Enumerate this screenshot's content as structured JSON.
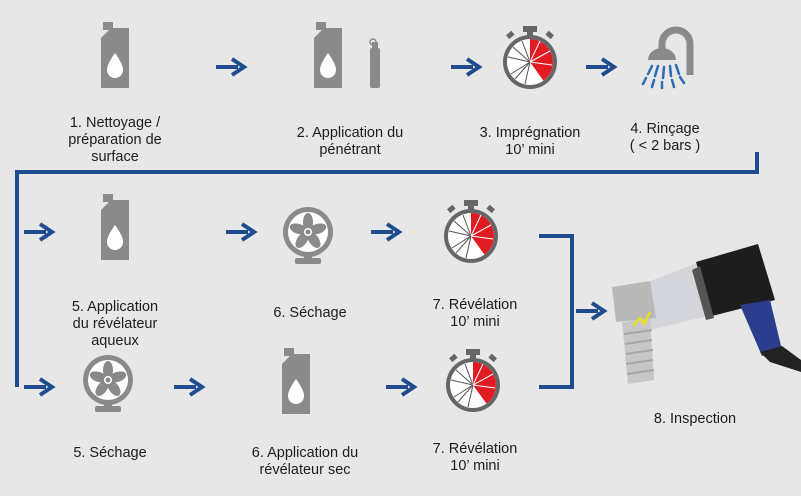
{
  "colors": {
    "background": "#e7e7e7",
    "arrow": "#1f4c8f",
    "icon_gray": "#8a8a8a",
    "timer_red": "#e21b23",
    "spray_blue": "#2d6db5"
  },
  "steps": {
    "s1": {
      "lines": [
        "1. Nettoyage /",
        "préparation de",
        "surface"
      ],
      "icon": "jerrycan-icon"
    },
    "s2": {
      "lines": [
        "2. Application du",
        "pénétrant"
      ],
      "icon": "jerrycan-spray-can-icon"
    },
    "s3": {
      "lines": [
        "3. Imprégnation",
        "10’ mini"
      ],
      "icon": "stopwatch-icon"
    },
    "s4": {
      "lines": [
        "4. Rinçage",
        "( < 2 bars )"
      ],
      "icon": "shower-icon"
    },
    "s5a": {
      "lines": [
        "5. Application",
        "du révélateur",
        "aqueux"
      ],
      "icon": "jerrycan-icon"
    },
    "s6a": {
      "lines": [
        "6. Séchage"
      ],
      "icon": "fan-icon"
    },
    "s7a": {
      "lines": [
        "7. Révélation",
        "10’ mini"
      ],
      "icon": "stopwatch-icon"
    },
    "s5b": {
      "lines": [
        "5. Séchage"
      ],
      "icon": "fan-icon"
    },
    "s6b": {
      "lines": [
        "6. Application du",
        "révélateur sec"
      ],
      "icon": "jerrycan-icon"
    },
    "s7b": {
      "lines": [
        "7. Révélation",
        "10’ mini"
      ],
      "icon": "stopwatch-icon"
    },
    "s8": {
      "lines": [
        "8. Inspection"
      ],
      "icon": "uv-lamp-bolt-icon"
    }
  }
}
